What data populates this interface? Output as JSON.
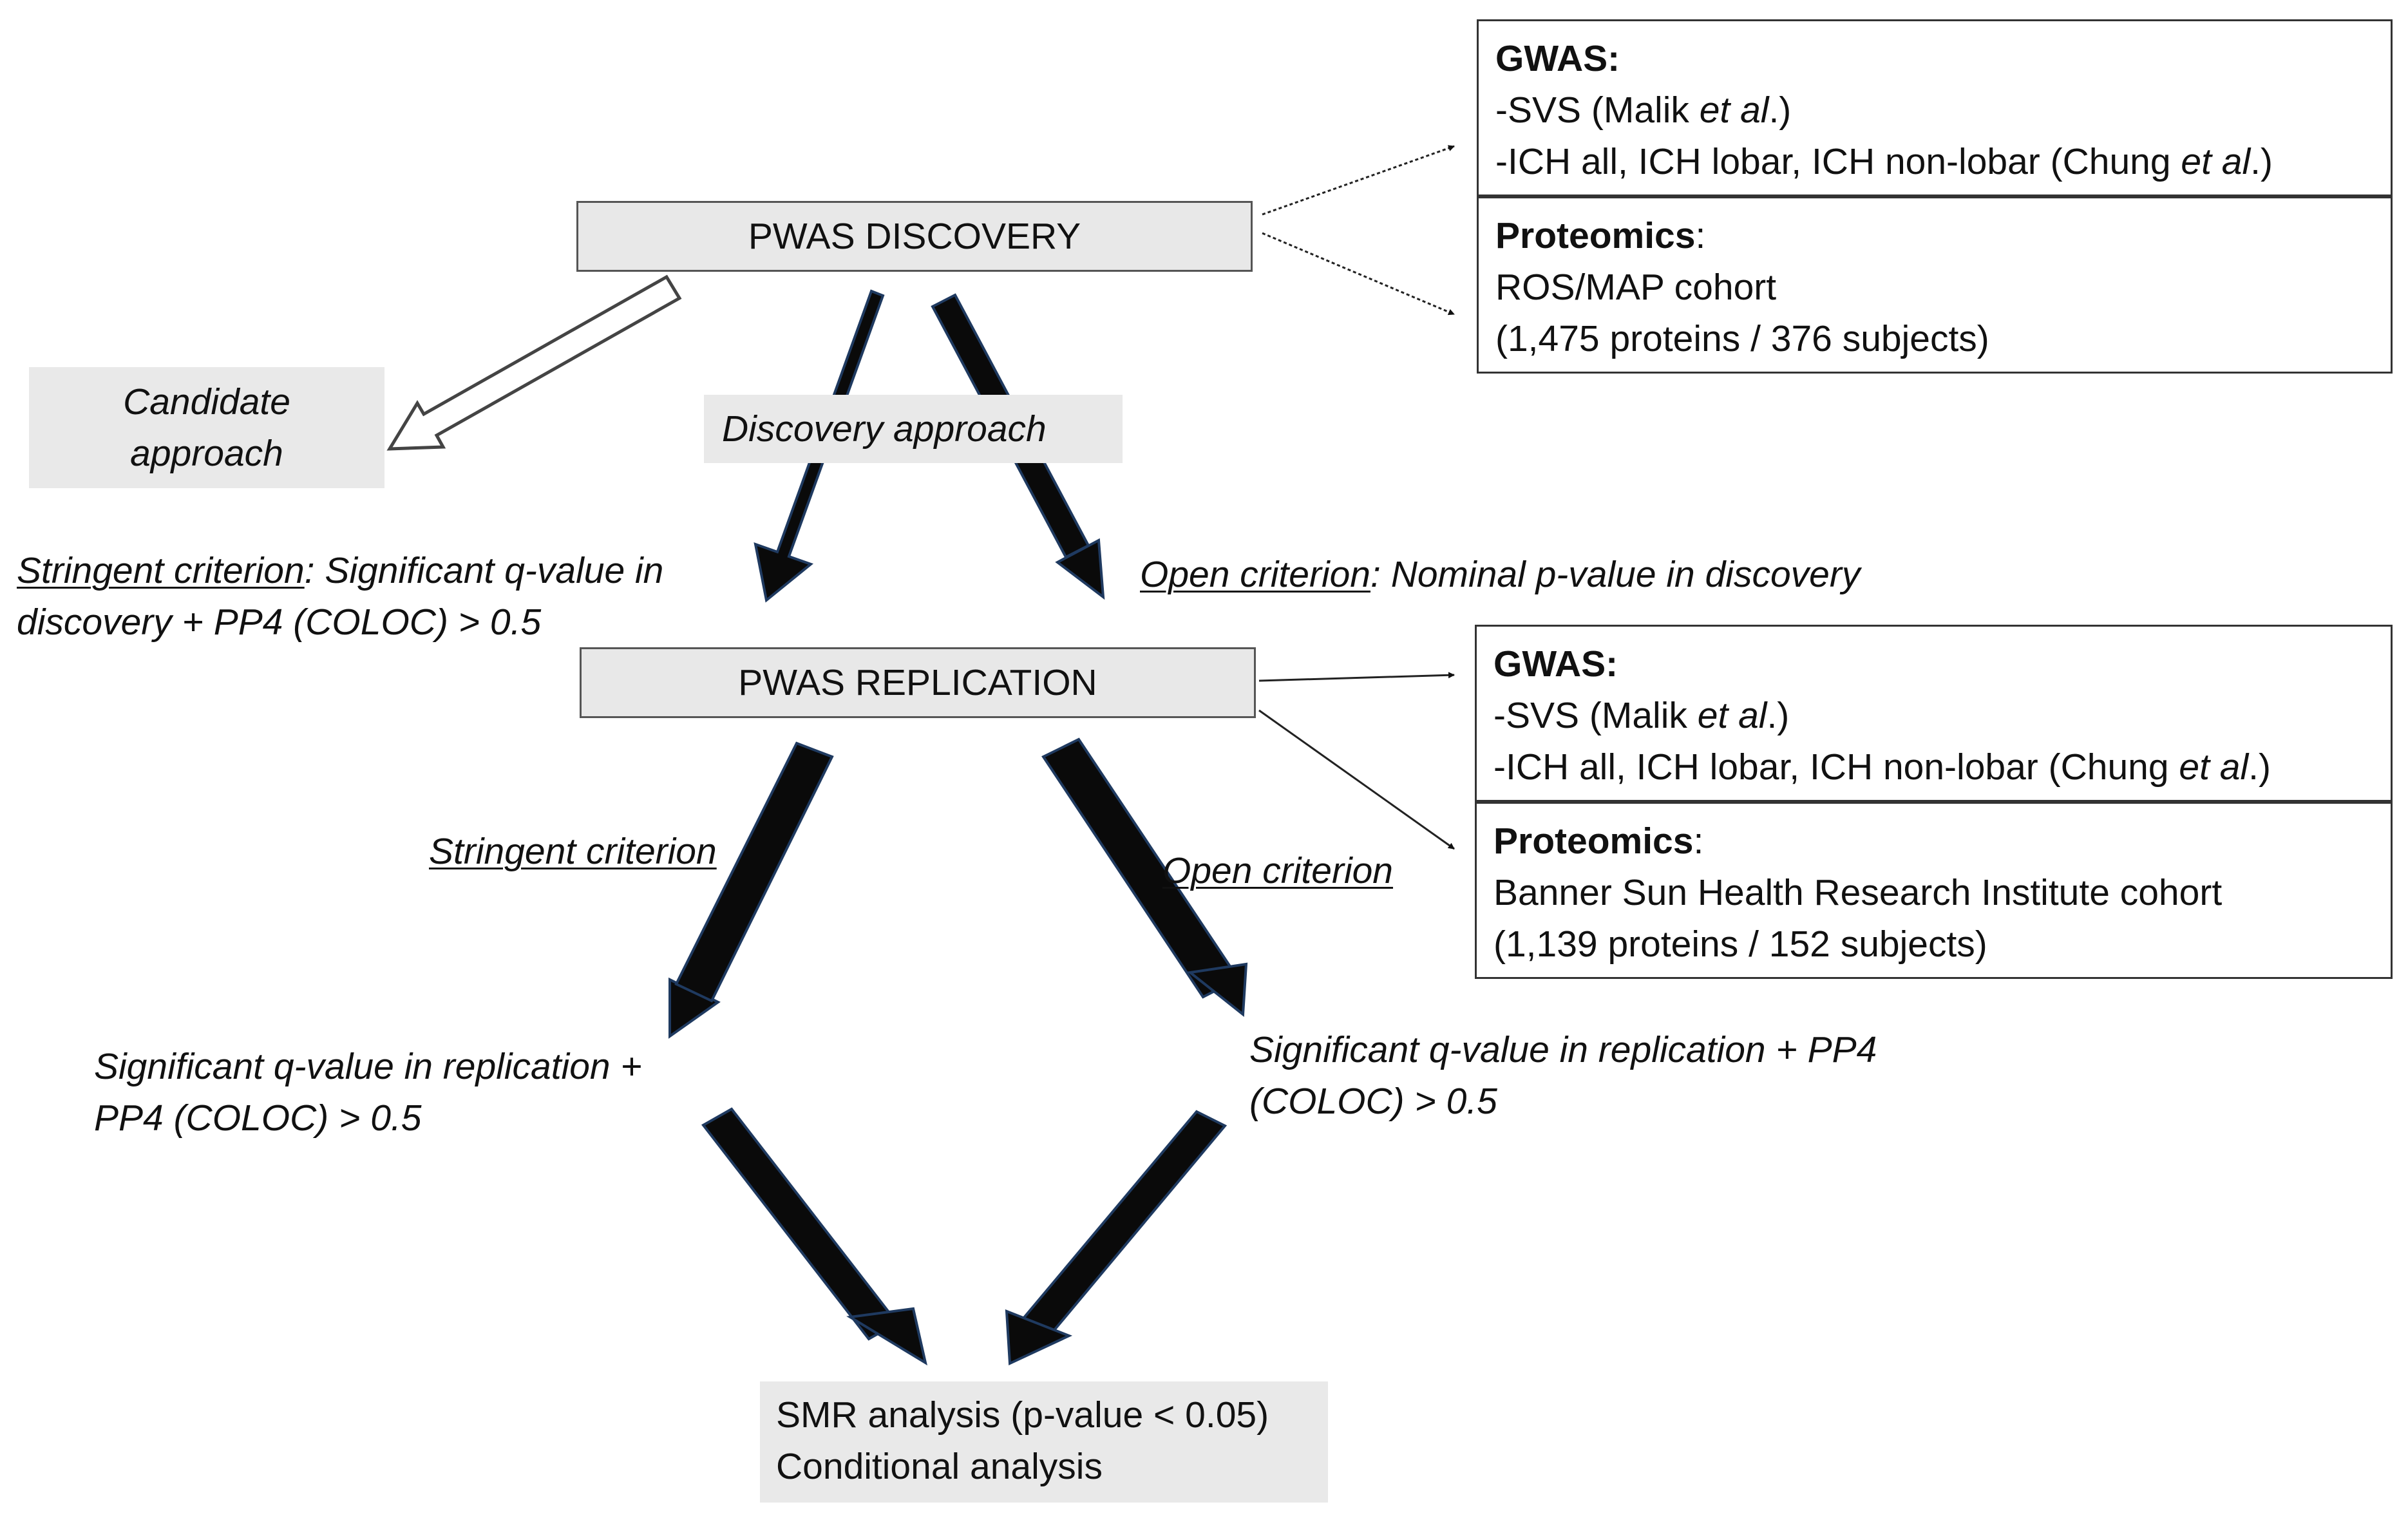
{
  "discovery_box": {
    "label": "PWAS DISCOVERY"
  },
  "replication_box": {
    "label": "PWAS REPLICATION"
  },
  "candidate_approach": {
    "line1": "Candidate",
    "line2": "approach"
  },
  "discovery_approach": {
    "label": "Discovery approach"
  },
  "stringent_discovery": {
    "criterion_label": "Stringent criterion",
    "line1_rest": ": Significant q-value in",
    "line2": "discovery + PP4 (COLOC) > 0.5"
  },
  "open_discovery": {
    "criterion_label": "Open criterion",
    "rest": ": Nominal p-value in discovery"
  },
  "stringent_replication": {
    "label": "Stringent criterion"
  },
  "open_replication": {
    "label": "Open criterion"
  },
  "left_result": {
    "line1": "Significant q-value in replication +",
    "line2": "PP4 (COLOC) > 0.5"
  },
  "right_result": {
    "line1": "Significant q-value in replication + PP4",
    "line2": "(COLOC) > 0.5"
  },
  "smr_box": {
    "line1": "SMR analysis (p-value < 0.05)",
    "line2": "Conditional analysis"
  },
  "discovery_gwas": {
    "heading": "GWAS:",
    "svs_prefix": "-SVS (Malik ",
    "svs_etal": "et al",
    "svs_suffix": ".)",
    "ich_prefix": "-ICH all, ICH lobar, ICH non-lobar (Chung ",
    "ich_etal": "et al",
    "ich_suffix": ".)"
  },
  "discovery_proteomics": {
    "heading": "Proteomics",
    "heading_colon": ":",
    "cohort": "ROS/MAP cohort",
    "counts": "(1,475 proteins / 376 subjects)"
  },
  "replication_gwas": {
    "heading": "GWAS:",
    "svs_prefix": "-SVS (Malik ",
    "svs_etal": "et al",
    "svs_suffix": ".)",
    "ich_prefix": "-ICH all, ICH lobar, ICH non-lobar (Chung ",
    "ich_etal": "et al",
    "ich_suffix": ".)"
  },
  "replication_proteomics": {
    "heading": "Proteomics",
    "heading_colon": ":",
    "cohort": "Banner Sun Health Research Institute cohort",
    "counts": "(1,139 proteins / 152 subjects)"
  },
  "colors": {
    "arrow": "#0a0a0a",
    "arrow_edge": "#1f3a60",
    "box_fill": "#e8e8e8",
    "label_fill": "#e9e9e9",
    "text": "#111111"
  }
}
